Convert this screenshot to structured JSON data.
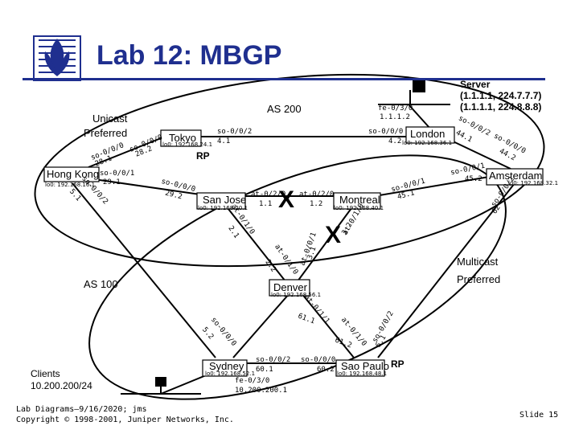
{
  "title": "Lab 12: MBGP",
  "server": {
    "line1": "Server",
    "line2": "(1.1.1.1, 224.7.7.7)",
    "line3": "(1.1.1.1, 224.8.8.8)"
  },
  "as200": "AS 200",
  "as100": "AS 100",
  "unicast": "Unicast",
  "preferred_top": "Preferred",
  "multicast": "Multicast",
  "preferred_bottom": "Preferred",
  "clients": {
    "line1": "Clients",
    "line2": "10.200.200/24"
  },
  "footer": {
    "line1": "Lab Diagrams—9/16/2020; jms",
    "line2": "Copyright © 1998-2001, Juniper Networks, Inc."
  },
  "slide": "Slide 15",
  "rp_top": "RP",
  "rp_bottom": "RP",
  "x_mark": "X",
  "routers": {
    "tokyo": {
      "name": "Tokyo",
      "lo": "lo0: 192.168.24.1"
    },
    "hongkong": {
      "name": "Hong Kong",
      "lo": "lo0: 192.168.16.1"
    },
    "london": {
      "name": "London",
      "lo": "lo0: 192.168.36.1"
    },
    "amsterdam": {
      "name": "Amsterdam",
      "lo": "lo0: 192.168.32.1"
    },
    "sanjose": {
      "name": "San Jose",
      "lo": "lo0: 192.168.20.1"
    },
    "montreal": {
      "name": "Montreal",
      "lo": "lo0: 192.168.40.1"
    },
    "denver": {
      "name": "Denver",
      "lo": "lo0: 192.168.56.1"
    },
    "sydney": {
      "name": "Sydney",
      "lo": "lo0: 192.168.52.1"
    },
    "saopaulo": {
      "name": "Sao Paulo",
      "lo": "lo0: 192.168.48.1"
    }
  },
  "interfaces": {
    "fe_server": "fe-0/3/0",
    "fe_server_addr": "1.1.1.2",
    "tokyo_london_if": "so-0/0/2",
    "tokyo_london_addr": "4.1",
    "london_tokyo_if": "so-0/0/0",
    "london_tokyo_addr": "4.2",
    "tokyo_hk_if": "so-0/0/0",
    "tokyo_hk_addr": "28.2",
    "hk_tokyo_if": "so-0/0/0",
    "hk_tokyo_addr": "28.1",
    "hk_sj_if": "so-0/0/1",
    "hk_sj_addr": "29.1",
    "sj_hk_if": "so-0/0/0",
    "sj_hk_addr": "29.2",
    "hk_sydney_if": "so-0/0/2",
    "hk_sydney_addr": "5.1",
    "london_ams_if": "so-0/0/2",
    "london_ams_addr": "44.1",
    "ams_london_if": "so-0/0/0",
    "ams_london_addr": "44.2",
    "ams_montreal_if": "so-0/0/1",
    "ams_montreal_addr": "45.2",
    "montreal_ams_if": "so-0/0/1",
    "montreal_ams_addr": "45.1",
    "ams_sp_if": "so-0/0/2",
    "ams_sp_addr": "62",
    "sj_montreal_if": "at-0/2/0",
    "sj_montreal_addr": "1.1",
    "montreal_sj_if": "at-0/2/0",
    "montreal_sj_addr": "1.2",
    "montreal_denver_if": "at-0/1/0",
    "montreal_denver_addr": "3.2",
    "sj_denver_if": "at-0/1/0",
    "sj_denver_addr": "2.1",
    "denver_sj_if": "at-0/1/0",
    "denver_sj_addr": "2.2",
    "denver_montreal_if": "at-0/0/1",
    "denver_montreal_addr": "3.1",
    "denver_sydney_if": "at-0/1/1",
    "denver_sydney_addr": "61.1",
    "sydney_denver_if": "at-0/1/0",
    "sydney_denver_addr": "61.2",
    "sydney_hk_if": "so-0/0/0",
    "sydney_hk_addr": "5.2",
    "sydney_sp_if": "so-0/0/2",
    "sydney_sp_addr": "60.1",
    "sp_sydney_if": "so-0/0/0",
    "sp_sydney_addr": "60.2",
    "sp_ams_if": "so-0/0/2",
    "sp_ams_addr": "6.1",
    "sydney_fe": "fe-0/3/0",
    "sydney_fe_addr": "10.200.200.1"
  }
}
